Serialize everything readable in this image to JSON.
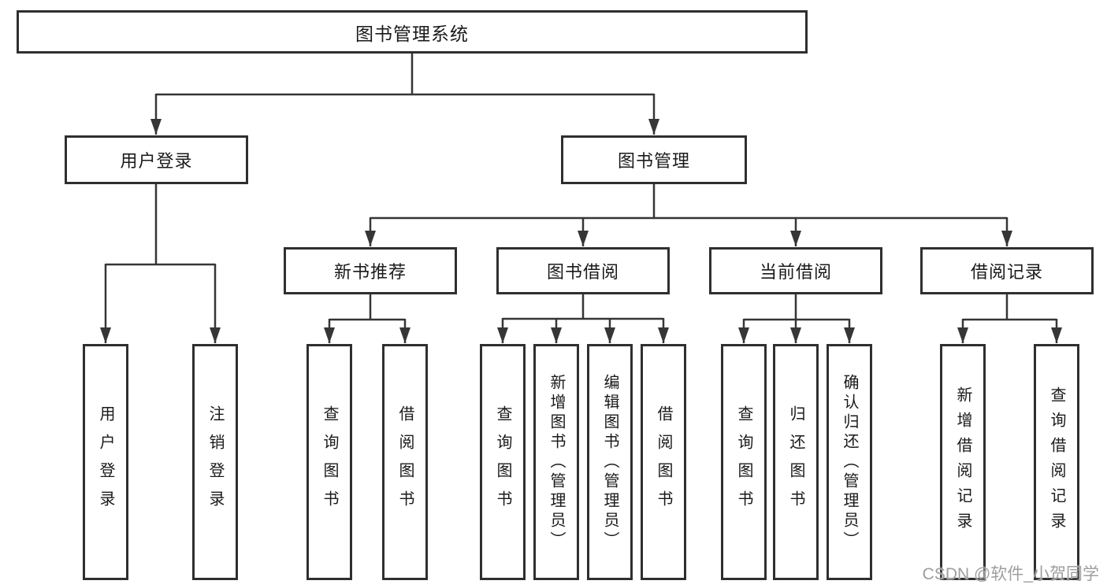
{
  "tree": {
    "root": "图书管理系统",
    "children": [
      {
        "label": "用户登录",
        "children": [
          "用户登录",
          "注销登录"
        ]
      },
      {
        "label": "图书管理",
        "children": [
          {
            "label": "新书推荐",
            "children": [
              "查询图书",
              "借阅图书"
            ]
          },
          {
            "label": "图书借阅",
            "children": [
              "查询图书",
              "新增图书（管理员）",
              "编辑图书（管理员）",
              "借阅图书"
            ]
          },
          {
            "label": "当前借阅",
            "children": [
              "查询图书",
              "归还图书",
              "确认归还（管理员）"
            ]
          },
          {
            "label": "借阅记录",
            "children": [
              "新增借阅记录",
              "查询借阅记录"
            ]
          }
        ]
      }
    ]
  },
  "watermark": "CSDN @软件_小贺同学",
  "colors": {
    "line": "#363636",
    "box_border": "#2f2f2f",
    "text": "#1a1a1a",
    "watermark": "#9e9e9e",
    "background": "#ffffff"
  }
}
